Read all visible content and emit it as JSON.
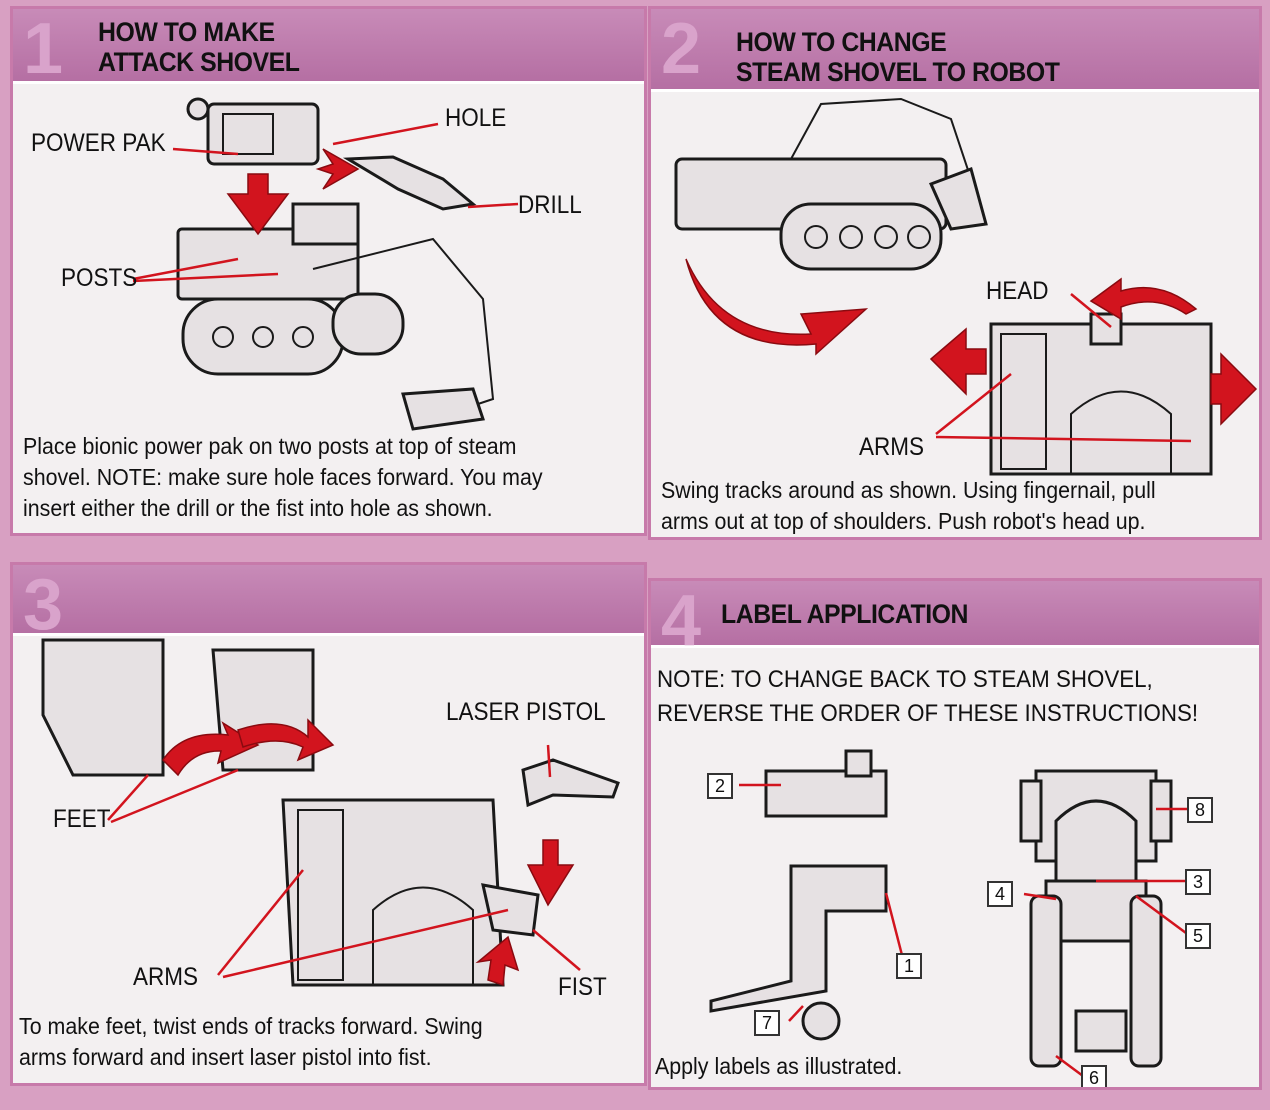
{
  "panels": [
    {
      "number": "1",
      "title_line1": "HOW TO MAKE",
      "title_line2": "ATTACK SHOVEL",
      "labels": {
        "power_pak": "POWER PAK",
        "hole": "HOLE",
        "drill": "DRILL",
        "posts": "POSTS"
      },
      "body": "Place bionic power pak on two posts at top of steam\nshovel. NOTE: make sure hole faces forward. You may\ninsert either the drill or the fist into hole as shown."
    },
    {
      "number": "2",
      "title_line1": "HOW TO CHANGE",
      "title_line2": "STEAM SHOVEL TO ROBOT",
      "labels": {
        "head": "HEAD",
        "arms": "ARMS"
      },
      "body": "Swing tracks around as shown. Using fingernail, pull\narms out at top of shoulders. Push robot's head up."
    },
    {
      "number": "3",
      "labels": {
        "laser_pistol": "LASER PISTOL",
        "feet": "FEET",
        "arms": "ARMS",
        "fist": "FIST"
      },
      "body": "To make feet, twist ends of tracks forward. Swing\narms forward and insert laser pistol into fist."
    },
    {
      "number": "4",
      "title_line1": "LABEL APPLICATION",
      "note": "NOTE: TO CHANGE BACK TO STEAM SHOVEL,\nREVERSE THE ORDER OF THESE INSTRUCTIONS!",
      "label_numbers": [
        "1",
        "2",
        "3",
        "4",
        "5",
        "6",
        "7",
        "8"
      ],
      "body": "Apply labels as illustrated."
    }
  ],
  "colors": {
    "accent": "#d2141e",
    "header": "#b56fa3",
    "border": "#c77aaa"
  }
}
